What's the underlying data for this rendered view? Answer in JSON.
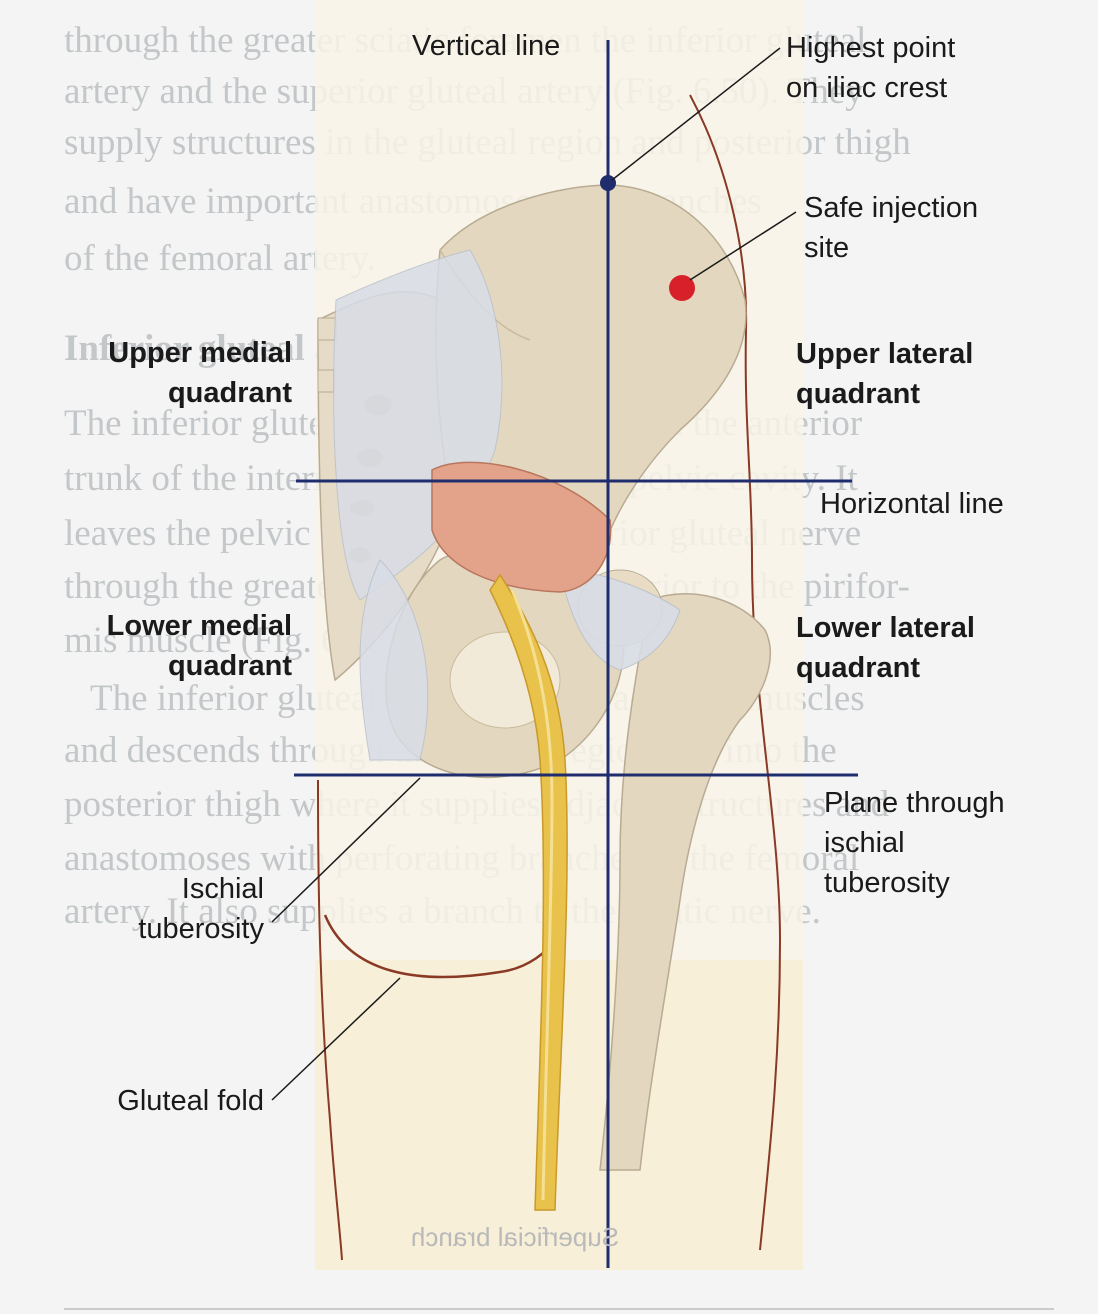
{
  "background_text": {
    "lines": [
      "through the greater sciatic foramen the inferior gluteal",
      "artery and the superior gluteal artery (Fig. 6.50). They",
      "supply structures in the gluteal region and posterior thigh",
      "and have important anastomoses with branches",
      "of the femoral artery.",
      "Inferior gluteal artery",
      "The inferior gluteal artery originates from the anterior",
      "trunk of the internal iliac artery in the pelvic cavity. It",
      "leaves the pelvic cavity with the inferior gluteal nerve",
      "through the greater sciatic foramen inferior to the pirifor-",
      "mis muscle (Fig. 6.50).",
      "The inferior gluteal artery supplies adjacent muscles",
      "and descends through the gluteal region and into the",
      "posterior thigh where it supplies adjacent structures and",
      "anastomoses with perforating branches of the femoral",
      "artery. It also supplies a branch to the sciatic nerve."
    ],
    "mirror_caption": "Superficial branch"
  },
  "labels": {
    "vertical_line": "Vertical line",
    "highest_point": [
      "Highest point",
      "on iliac crest"
    ],
    "safe_injection": [
      "Safe injection",
      "site"
    ],
    "upper_medial": [
      "Upper medial",
      "quadrant"
    ],
    "upper_lateral": [
      "Upper lateral",
      "quadrant"
    ],
    "horizontal_line": "Horizontal line",
    "lower_medial": [
      "Lower medial",
      "quadrant"
    ],
    "lower_lateral": [
      "Lower lateral",
      "quadrant"
    ],
    "plane_ischial": [
      "Plane through",
      "ischial",
      "tuberosity"
    ],
    "ischial_tuberosity": [
      "Ischial",
      "tuberosity"
    ],
    "gluteal_fold": "Gluteal fold"
  },
  "colors": {
    "quadrant_lines": "#1f2d6e",
    "bone": "#e4d7bf",
    "ligament": "#d8dde6",
    "muscle": "#e3a38a",
    "nerve": "#e8c24a",
    "injection_site": "#d8202a",
    "skin_outline": "#8a3a24"
  }
}
